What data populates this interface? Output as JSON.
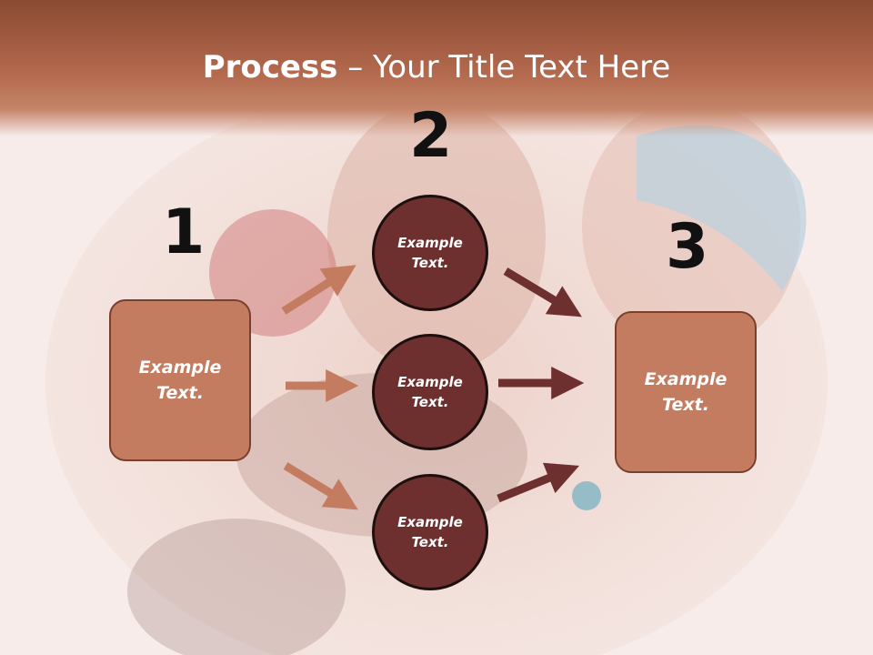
{
  "title": {
    "bold": "Process",
    "rest": " – Your Title Text Here"
  },
  "steps": [
    {
      "number": "1",
      "text": "Example\nText."
    },
    {
      "number": "2"
    },
    {
      "number": "3",
      "text": "Example\nText."
    }
  ],
  "circles": [
    {
      "text": "Example\nText."
    },
    {
      "text": "Example\nText."
    },
    {
      "text": "Example\nText."
    }
  ],
  "colors": {
    "title_bar": "#b46a4e",
    "box_fill": "#c47c60",
    "circle_fill": "#6e2f2f",
    "arrow_light": "#c47c60",
    "arrow_dark": "#6e2f2f"
  }
}
